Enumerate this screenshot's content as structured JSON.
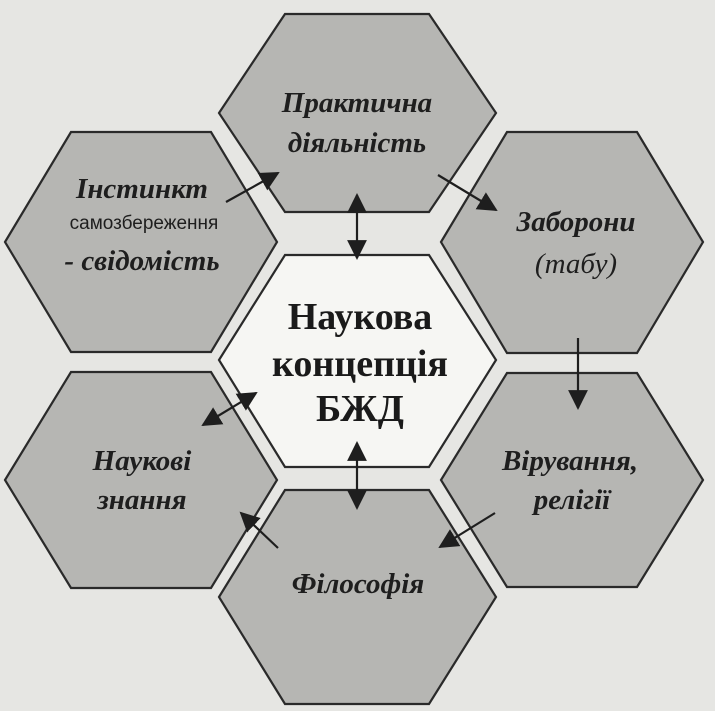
{
  "center": {
    "line1": "Наукова",
    "line2": "концепція",
    "line3": "БЖД"
  },
  "nodes": {
    "practical": {
      "line1": "Практична",
      "line2": "діяльність"
    },
    "bans": {
      "line1": "Заборони",
      "line2": "(табу)"
    },
    "beliefs": {
      "line1": "Вірування,",
      "line2": "релігії"
    },
    "philosophy": {
      "line1": "Філософія"
    },
    "science": {
      "line1": "Наукові",
      "line2": "знання"
    },
    "instinct": {
      "line1": "Інстинкт",
      "line2": "самозбереження",
      "line3": "- свідомість"
    }
  },
  "colors": {
    "outer_hex_fill": "#b6b6b3",
    "center_hex_fill": "#f6f6f3",
    "stroke": "#2a2a2a"
  }
}
